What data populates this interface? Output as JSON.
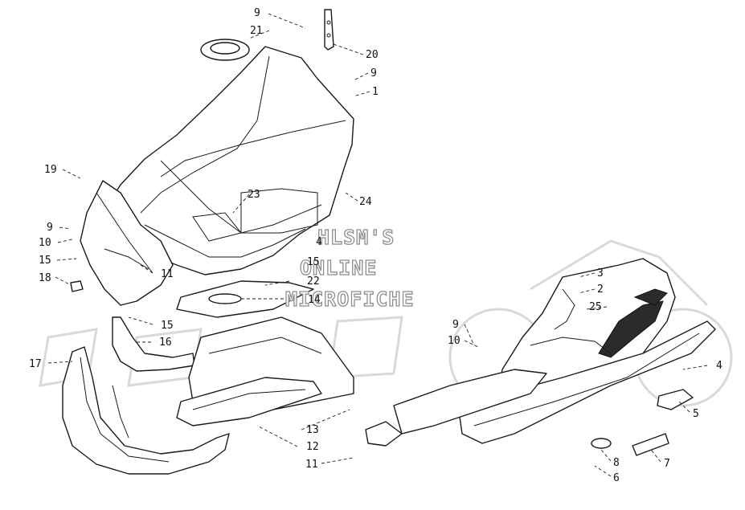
{
  "watermark": {
    "line1": "HLSM'S",
    "line2": "ONLINE",
    "line3": "MICROFICHE",
    "logo_color": "#d9d9d9"
  },
  "callouts": [
    {
      "id": "c1",
      "label": "9"
    },
    {
      "id": "c2",
      "label": "21"
    },
    {
      "id": "c3",
      "label": "20"
    },
    {
      "id": "c4",
      "label": "9"
    },
    {
      "id": "c5",
      "label": "1"
    },
    {
      "id": "c6",
      "label": "19"
    },
    {
      "id": "c7",
      "label": "23"
    },
    {
      "id": "c8",
      "label": "24"
    },
    {
      "id": "c9",
      "label": "9"
    },
    {
      "id": "c10",
      "label": "10"
    },
    {
      "id": "c11",
      "label": "4"
    },
    {
      "id": "c12",
      "label": "15"
    },
    {
      "id": "c13",
      "label": "15"
    },
    {
      "id": "c14",
      "label": "11"
    },
    {
      "id": "c15",
      "label": "18"
    },
    {
      "id": "c16",
      "label": "22"
    },
    {
      "id": "c17",
      "label": "14"
    },
    {
      "id": "c18",
      "label": "15"
    },
    {
      "id": "c19",
      "label": "16"
    },
    {
      "id": "c20",
      "label": "17"
    },
    {
      "id": "c21",
      "label": "13"
    },
    {
      "id": "c22",
      "label": "12"
    },
    {
      "id": "c23",
      "label": "11"
    },
    {
      "id": "c24",
      "label": "3"
    },
    {
      "id": "c25",
      "label": "2"
    },
    {
      "id": "c26",
      "label": "25"
    },
    {
      "id": "c27",
      "label": "9"
    },
    {
      "id": "c28",
      "label": "10"
    },
    {
      "id": "c29",
      "label": "4"
    },
    {
      "id": "c30",
      "label": "5"
    },
    {
      "id": "c31",
      "label": "8"
    },
    {
      "id": "c32",
      "label": "7"
    },
    {
      "id": "c33",
      "label": "6"
    }
  ]
}
